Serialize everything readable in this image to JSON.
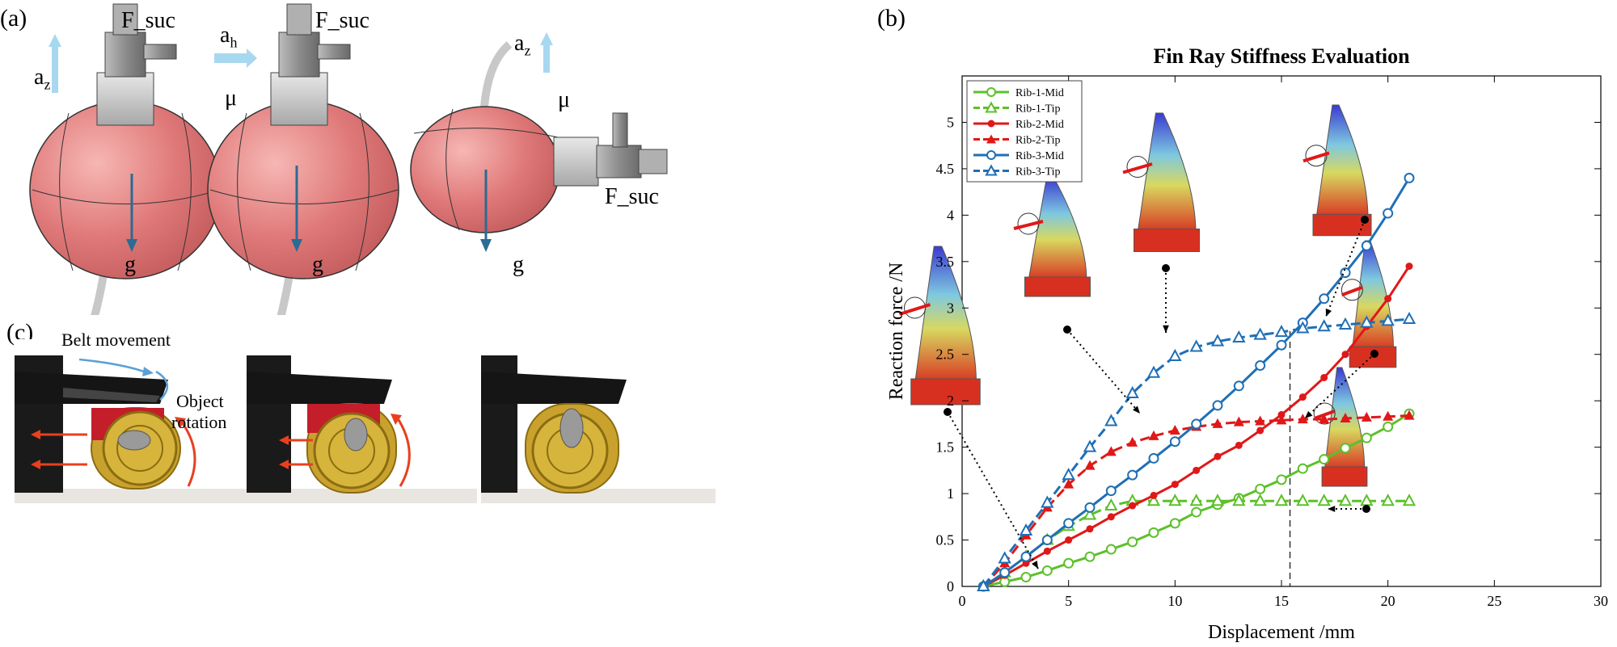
{
  "panel_labels": {
    "a": "(a)",
    "b": "(b)",
    "c": "(c)"
  },
  "panel_a": {
    "f_suc": "F_suc",
    "a": "a",
    "z": "z",
    "h": "h",
    "mu": "μ",
    "g": "g",
    "colors": {
      "ball": "#e07a7a",
      "arrow_light": "#a8d8f0",
      "gravity": "#2b6b94"
    }
  },
  "panel_c": {
    "belt_movement": "Belt movement",
    "object_rotation_1": "Object",
    "object_rotation_2": "rotation"
  },
  "chart_data": {
    "type": "line",
    "title": "Fin Ray Stiffness Evaluation",
    "xlabel": "Displacement /mm",
    "ylabel": "Reaction force /N",
    "xlim": [
      0,
      30
    ],
    "ylim": [
      0,
      5.5
    ],
    "xticks": [
      "0",
      "5",
      "10",
      "15",
      "20",
      "25",
      "30"
    ],
    "yticks": [
      "0",
      "0.5",
      "1",
      "1.5",
      "2",
      "2.5",
      "3",
      "3.5",
      "4",
      "4.5",
      "5"
    ],
    "legend_position": "top-left",
    "dashed_vline_x": 15.4,
    "series": [
      {
        "name": "Rib-1-Mid",
        "color": "#5cc02a",
        "dash": false,
        "marker": "circle",
        "x": [
          1,
          2,
          3,
          4,
          5,
          6,
          7,
          8,
          9,
          10,
          11,
          12,
          13,
          14,
          15,
          16,
          17,
          18,
          19,
          20,
          21
        ],
        "y": [
          0,
          0.05,
          0.1,
          0.17,
          0.25,
          0.32,
          0.4,
          0.48,
          0.58,
          0.68,
          0.8,
          0.88,
          0.95,
          1.05,
          1.15,
          1.27,
          1.37,
          1.49,
          1.6,
          1.72,
          1.86
        ]
      },
      {
        "name": "Rib-1-Tip",
        "color": "#5cc02a",
        "dash": true,
        "marker": "triangle",
        "x": [
          1,
          2,
          3,
          4,
          5,
          6,
          7,
          8,
          9,
          10,
          11,
          12,
          13,
          14,
          15,
          16,
          17,
          18,
          19,
          20,
          21
        ],
        "y": [
          0,
          0.15,
          0.32,
          0.5,
          0.65,
          0.77,
          0.87,
          0.92,
          0.92,
          0.92,
          0.92,
          0.92,
          0.92,
          0.92,
          0.92,
          0.92,
          0.92,
          0.92,
          0.92,
          0.92,
          0.92
        ]
      },
      {
        "name": "Rib-2-Mid",
        "color": "#e01818",
        "dash": false,
        "marker": "dot",
        "x": [
          1,
          2,
          3,
          4,
          5,
          6,
          7,
          8,
          9,
          10,
          11,
          12,
          13,
          14,
          15,
          16,
          17,
          18,
          19,
          20,
          21
        ],
        "y": [
          0,
          0.12,
          0.25,
          0.38,
          0.5,
          0.62,
          0.75,
          0.87,
          0.98,
          1.1,
          1.25,
          1.4,
          1.52,
          1.68,
          1.85,
          2.04,
          2.25,
          2.5,
          2.8,
          3.1,
          3.45
        ]
      },
      {
        "name": "Rib-2-Tip",
        "color": "#e01818",
        "dash": true,
        "marker": "triangle-filled",
        "x": [
          1,
          2,
          3,
          4,
          5,
          6,
          7,
          8,
          9,
          10,
          11,
          12,
          13,
          14,
          15,
          16,
          17,
          18,
          19,
          20,
          21
        ],
        "y": [
          0,
          0.25,
          0.55,
          0.85,
          1.1,
          1.3,
          1.45,
          1.55,
          1.62,
          1.68,
          1.72,
          1.75,
          1.77,
          1.78,
          1.79,
          1.8,
          1.8,
          1.81,
          1.82,
          1.83,
          1.84
        ]
      },
      {
        "name": "Rib-3-Mid",
        "color": "#1f6fb5",
        "dash": false,
        "marker": "circle",
        "x": [
          1,
          2,
          3,
          4,
          5,
          6,
          7,
          8,
          9,
          10,
          11,
          12,
          13,
          14,
          15,
          16,
          17,
          18,
          19,
          20,
          21
        ],
        "y": [
          0,
          0.15,
          0.32,
          0.5,
          0.68,
          0.85,
          1.03,
          1.2,
          1.38,
          1.56,
          1.75,
          1.95,
          2.16,
          2.38,
          2.6,
          2.84,
          3.1,
          3.38,
          3.67,
          4.02,
          4.4
        ]
      },
      {
        "name": "Rib-3-Tip",
        "color": "#1f6fb5",
        "dash": true,
        "marker": "triangle",
        "x": [
          1,
          2,
          3,
          4,
          5,
          6,
          7,
          8,
          9,
          10,
          11,
          12,
          13,
          14,
          15,
          16,
          17,
          18,
          19,
          20,
          21
        ],
        "y": [
          0,
          0.3,
          0.6,
          0.9,
          1.2,
          1.5,
          1.78,
          2.08,
          2.3,
          2.48,
          2.58,
          2.64,
          2.68,
          2.71,
          2.74,
          2.78,
          2.8,
          2.82,
          2.84,
          2.86,
          2.88
        ]
      }
    ]
  }
}
